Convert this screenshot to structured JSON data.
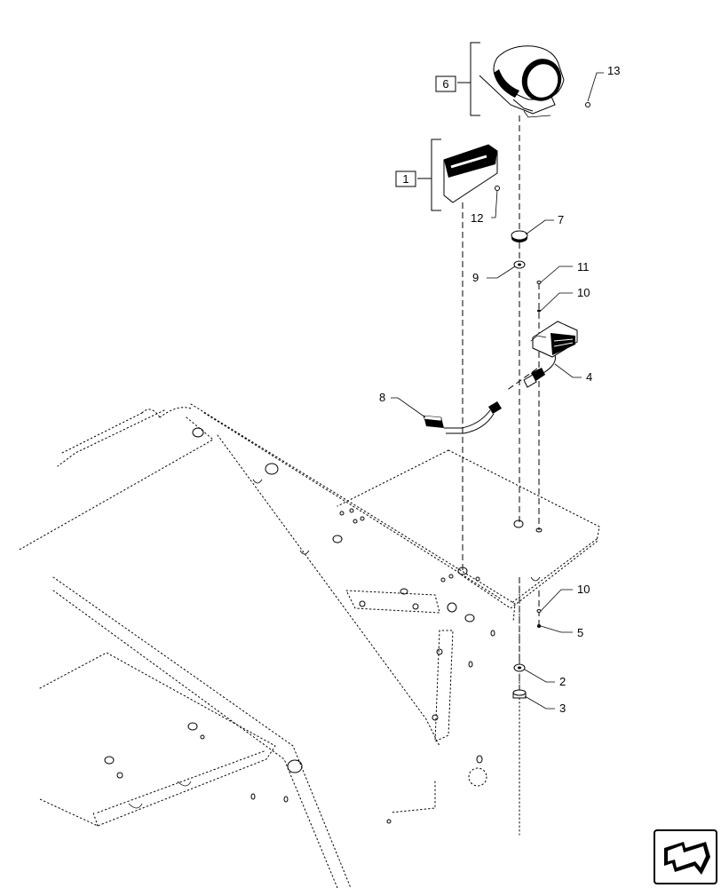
{
  "group_labels": {
    "lamp_assembly": "6",
    "cover": "1"
  },
  "callouts": {
    "c13": "13",
    "c12": "12",
    "c7": "7",
    "c9": "9",
    "c11": "11",
    "c10a": "10",
    "c4": "4",
    "c8": "8",
    "c10b": "10",
    "c5": "5",
    "c2": "2",
    "c3": "3"
  },
  "nav_icon": "forward-arrow-icon"
}
